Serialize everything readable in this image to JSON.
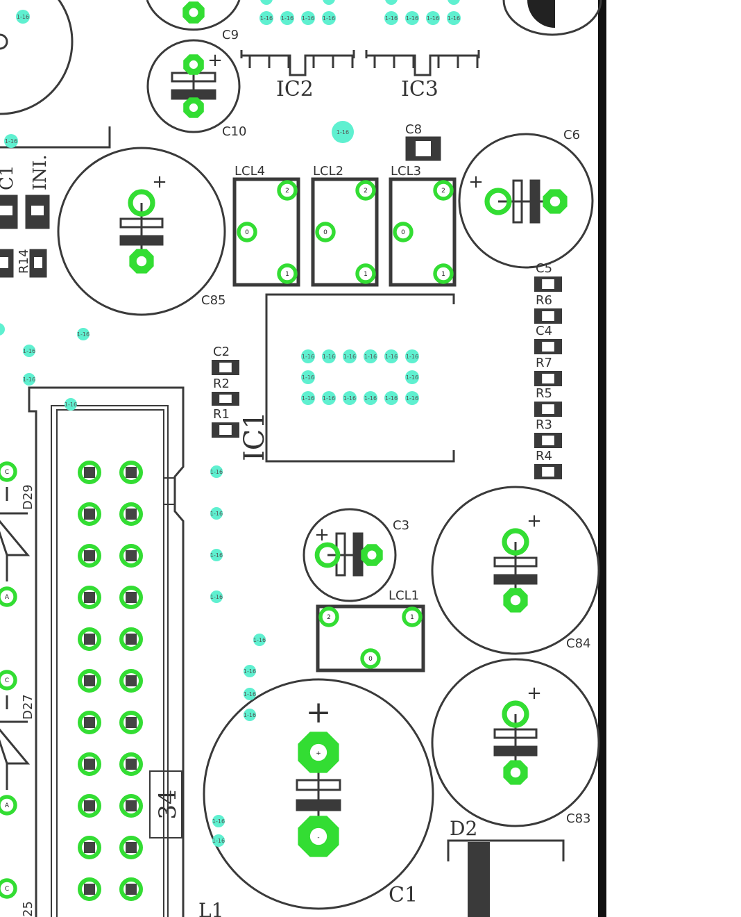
{
  "board": {
    "colors": {
      "background": "#ffffff",
      "silkscreen": "#3a3a3a",
      "pad": "#33dd33",
      "via": "#5ff0d0",
      "edge": "#111111"
    },
    "via_label": "1-16",
    "components": {
      "C9": "C9",
      "C10": "C10",
      "C85": "C85",
      "C6": "C6",
      "C8": "C8",
      "IC2": "IC2",
      "IC3": "IC3",
      "IC1": "IC1",
      "LCL4": "LCL4",
      "LCL2": "LCL2",
      "LCL3": "LCL3",
      "LCL1": "LCL1",
      "C5": "C5",
      "R6": "R6",
      "C4": "C4",
      "R7": "R7",
      "R5": "R5",
      "R3": "R3",
      "R4": "R4",
      "C2": "C2",
      "R2": "R2",
      "R1": "R1",
      "C3": "C3",
      "C84": "C84",
      "C83": "C83",
      "C1": "C1",
      "D2": "D2",
      "D29": "D29",
      "D27": "D27",
      "D25": "25",
      "L1": "L1",
      "R14": "R14",
      "C11": "C1",
      "INI": "INI.",
      "connector_pin": "34"
    },
    "pad_labels": {
      "two": "2",
      "one": "1",
      "zero": "0",
      "plus": "+",
      "minus": "-",
      "cathode": "C",
      "anode": "A"
    }
  }
}
